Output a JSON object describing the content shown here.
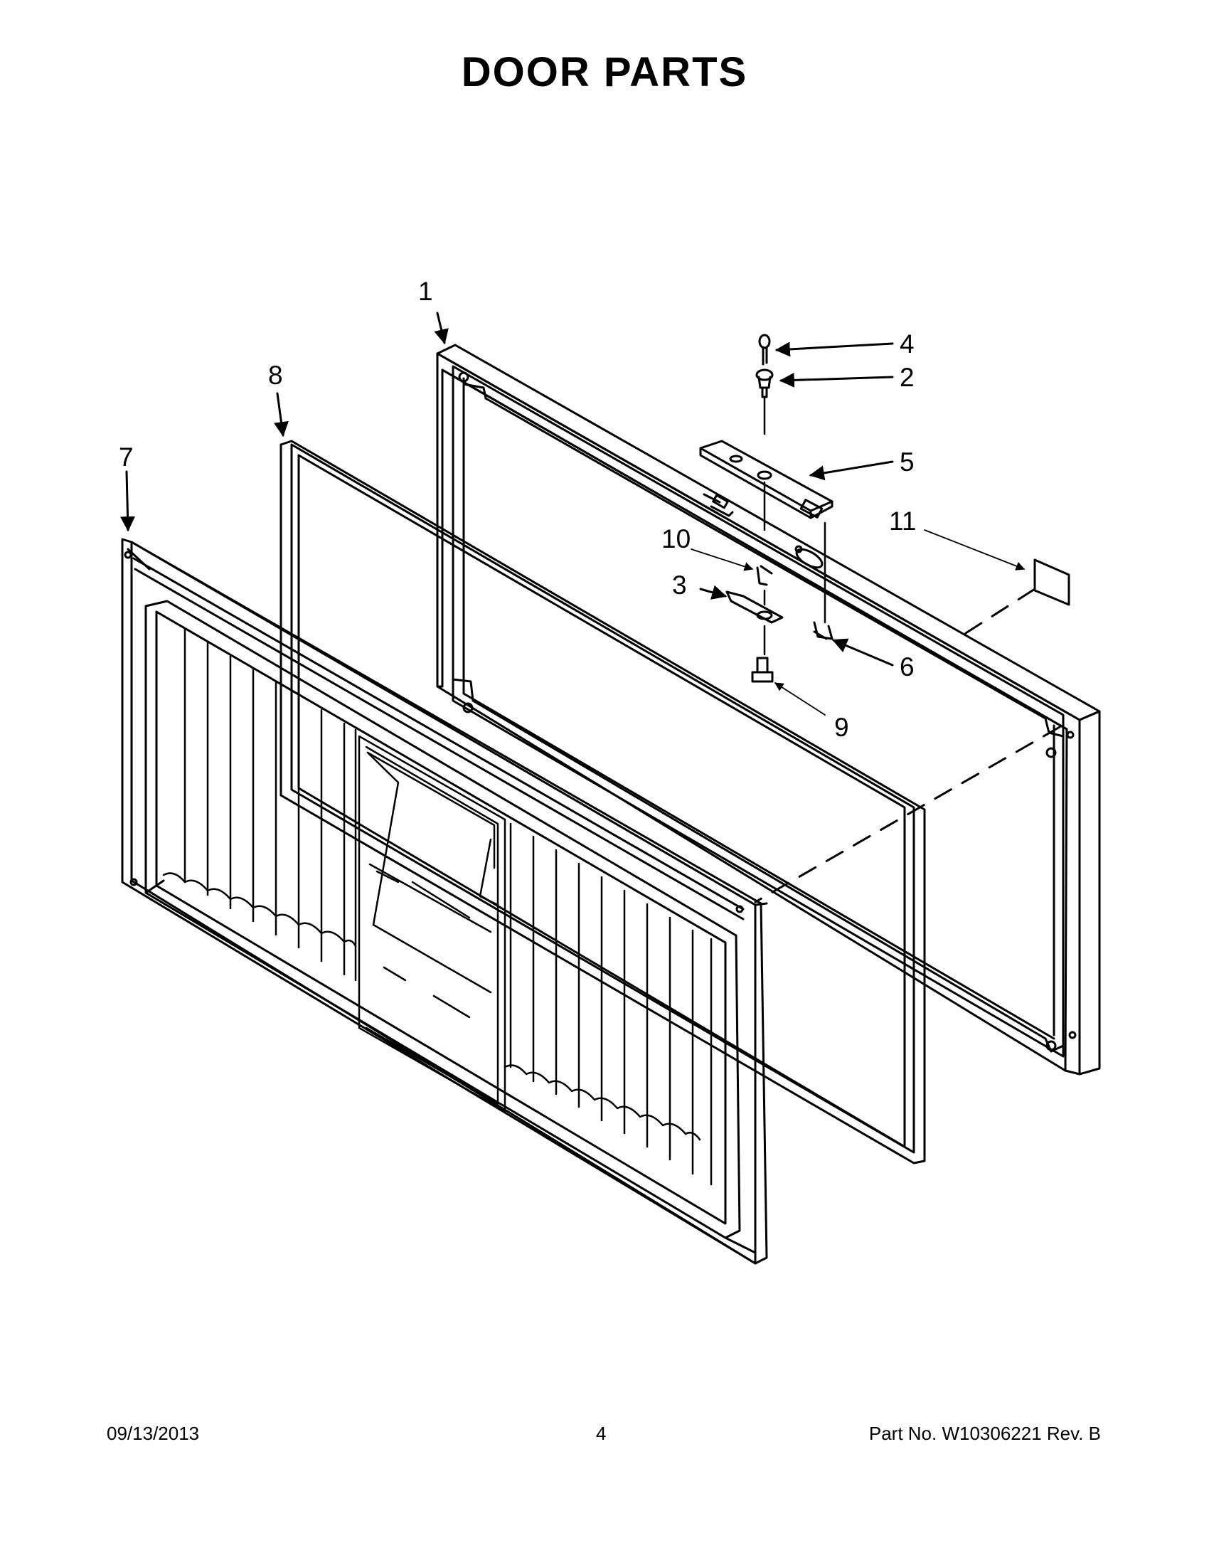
{
  "title": "DOOR PARTS",
  "callouts": {
    "c1": "1",
    "c2": "2",
    "c3": "3",
    "c4": "4",
    "c5": "5",
    "c6": "6",
    "c7": "7",
    "c8": "8",
    "c9": "9",
    "c10": "10",
    "c11": "11"
  },
  "footer": {
    "date": "09/13/2013",
    "page": "4",
    "part_no": "Part No.  W10306221  Rev.  B"
  },
  "colors": {
    "line": "#000000",
    "background": "#ffffff"
  }
}
